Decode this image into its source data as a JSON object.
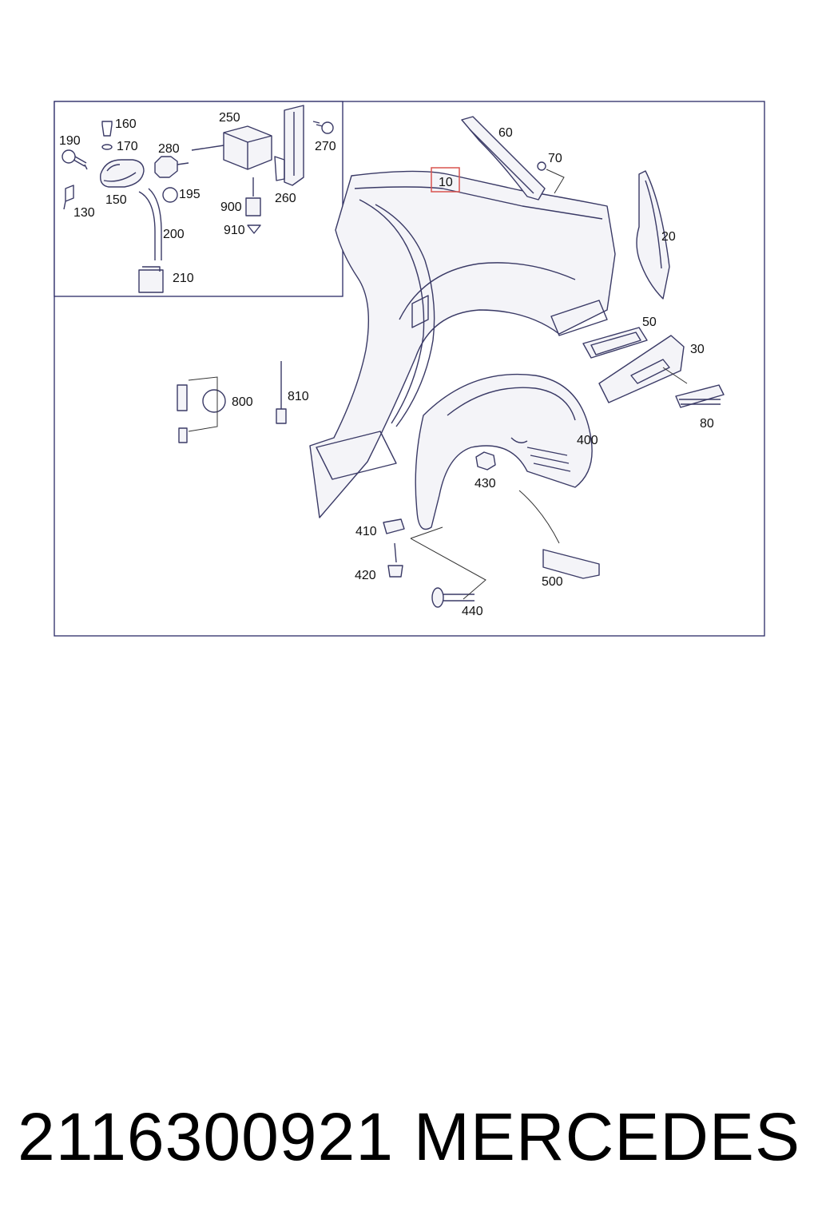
{
  "labels": {
    "l160": "160",
    "l190": "190",
    "l170": "170",
    "l250": "250",
    "l280": "280",
    "l270": "270",
    "l150": "150",
    "l195": "195",
    "l130": "130",
    "l900": "900",
    "l260": "260",
    "l910": "910",
    "l200": "200",
    "l210": "210",
    "l60": "60",
    "l70": "70",
    "l10": "10",
    "l20": "20",
    "l50": "50",
    "l30": "30",
    "l800": "800",
    "l810": "810",
    "l80": "80",
    "l400": "400",
    "l430": "430",
    "l410": "410",
    "l420": "420",
    "l500": "500",
    "l440": "440"
  },
  "highlight_color": "#d9534f",
  "frame_color": "#2b2b66",
  "caption": {
    "part_number": "2116300921",
    "brand": "MERCEDES"
  }
}
